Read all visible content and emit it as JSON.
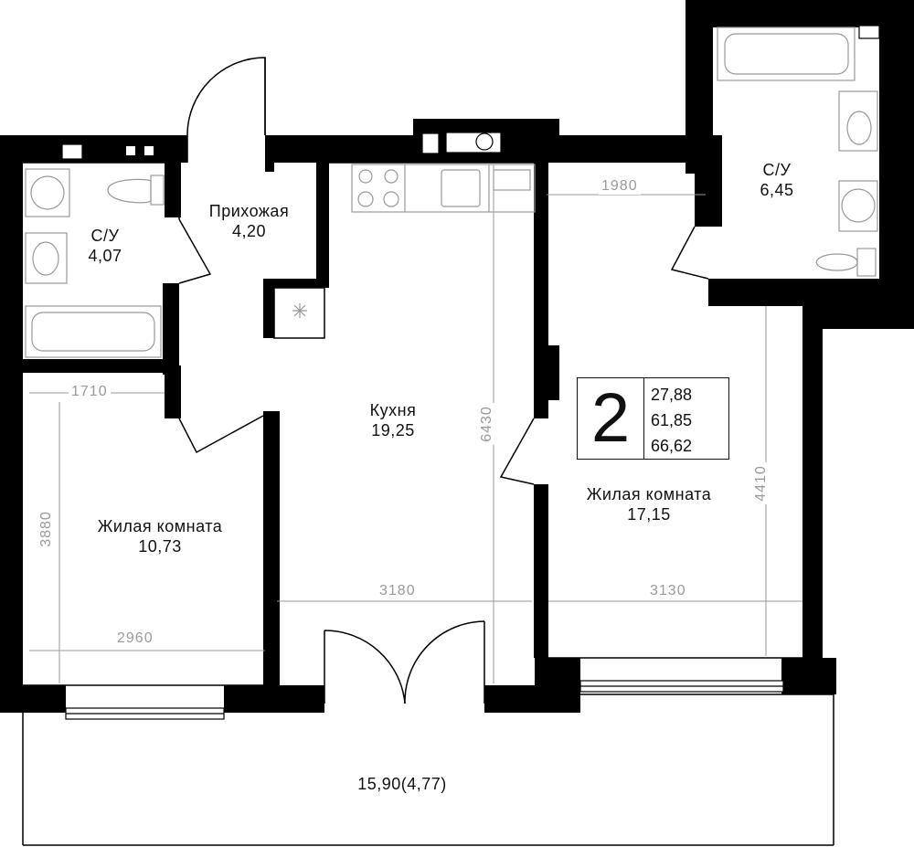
{
  "apartment": {
    "rooms_count": "2",
    "areas": [
      "27,88",
      "61,85",
      "66,62"
    ]
  },
  "rooms": [
    {
      "name": "Прихожая",
      "area": "4,20"
    },
    {
      "name": "С/У",
      "area": "4,07"
    },
    {
      "name": "Кухня",
      "area": "19,25"
    },
    {
      "name": "С/У",
      "area": "6,45"
    },
    {
      "name": "Жилая комната",
      "area": "10,73"
    },
    {
      "name": "Жилая комната",
      "area": "17,15"
    }
  ],
  "balcony": {
    "area": "15,90(4,77)"
  },
  "dimensions": {
    "d1710": "1710",
    "d3880": "3880",
    "d2960": "2960",
    "d3180": "3180",
    "d6430": "6430",
    "d1980": "1980",
    "d4410": "4410",
    "d3130": "3130"
  },
  "colors": {
    "wall": "#000000",
    "fixture_stroke": "#999999",
    "dimension": "#9a9a9a"
  }
}
